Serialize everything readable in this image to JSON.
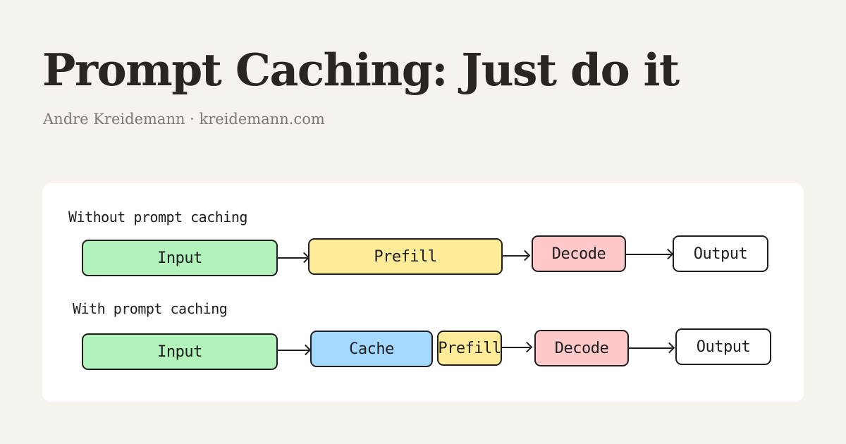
{
  "header": {
    "title": "Prompt Caching: Just do it",
    "byline": "Andre Kreidemann · kreidemann.com"
  },
  "diagram": {
    "without": {
      "label": "Without prompt caching",
      "steps": {
        "input": "Input",
        "prefill": "Prefill",
        "decode": "Decode",
        "output": "Output"
      }
    },
    "with": {
      "label": "With prompt caching",
      "steps": {
        "input": "Input",
        "cache": "Cache",
        "prefill": "Prefill",
        "decode": "Decode",
        "output": "Output"
      }
    },
    "colors": {
      "input": "#b2f2bb",
      "prefill": "#ffec99",
      "decode": "#ffc9c9",
      "cache": "#a5d8ff",
      "output": "#ffffff",
      "card": "#ffffff",
      "background": "#f6f2ee"
    }
  }
}
